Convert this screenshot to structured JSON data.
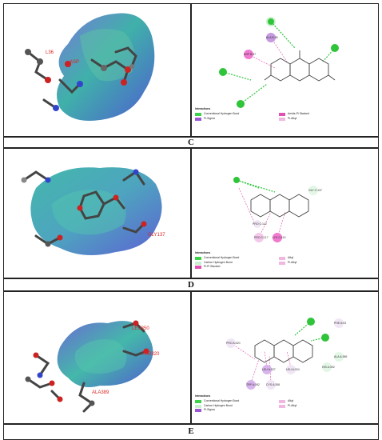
{
  "panels": [
    {
      "caption": "C",
      "labels3d": [
        "L36",
        "ASP"
      ],
      "residues2d": [
        "ALA B:35",
        "ASP B:37"
      ],
      "interactions_title": "Interactions",
      "legend": [
        {
          "label": "Conventional Hydrogen Bond",
          "color": "#3ed24a"
        },
        {
          "label": "Pi-Sigma",
          "color": "#9b58d2"
        },
        {
          "label": "Amide-Pi Stacked",
          "color": "#e050b0"
        },
        {
          "label": "Pi-Alkyl",
          "color": "#f0b8e0"
        }
      ]
    },
    {
      "caption": "D",
      "labels3d": [
        "GLY137"
      ],
      "residues2d": [
        "PRO C:112",
        "GLY C:137",
        "PRO C:117",
        "LYS C:119"
      ],
      "interactions_title": "Interactions",
      "legend": [
        {
          "label": "Conventional Hydrogen Bond",
          "color": "#3ed24a"
        },
        {
          "label": "Carbon Hydrogen Bond",
          "color": "#c8f0d0"
        },
        {
          "label": "Pi-Pi Stacked",
          "color": "#e050b0"
        },
        {
          "label": "Alkyl",
          "color": "#f0b8e0"
        },
        {
          "label": "Pi-Alkyl",
          "color": "#f0b8e0"
        }
      ]
    },
    {
      "caption": "E",
      "labels3d": [
        "LEU350",
        "THR320",
        "ALA389"
      ],
      "residues2d": [
        "PHE A:93",
        "PRO A:320",
        "ALA A:389",
        "LEU A:327",
        "LEU A:324",
        "HIS A:392",
        "CYS A:358",
        "TRP A:392"
      ],
      "interactions_title": "Interactions",
      "legend": [
        {
          "label": "Conventional Hydrogen Bond",
          "color": "#3ed24a"
        },
        {
          "label": "Carbon Hydrogen Bond",
          "color": "#c8f0d0"
        },
        {
          "label": "Pi-Sigma",
          "color": "#9b58d2"
        },
        {
          "label": "Alkyl",
          "color": "#f0b8e0"
        },
        {
          "label": "Pi-Alkyl",
          "color": "#f0b8e0"
        }
      ]
    }
  ]
}
